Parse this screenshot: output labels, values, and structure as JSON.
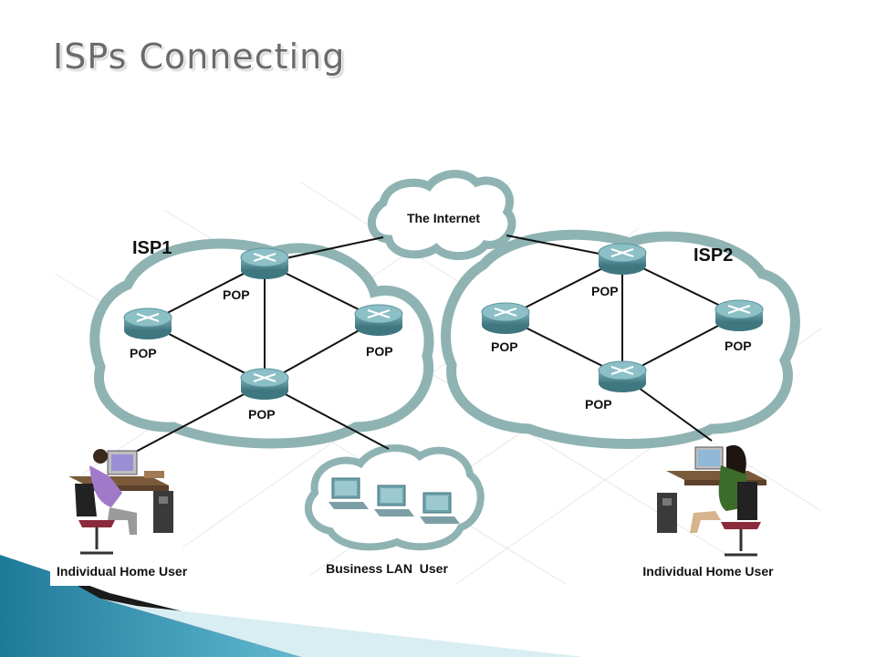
{
  "slide": {
    "title": "ISPs Connecting"
  },
  "colors": {
    "cloud_stroke": "#8fb3b3",
    "router": "#4f8b94",
    "accent_teal": "#2c8fa8"
  },
  "diagram": {
    "internet_label": "The Internet",
    "isp1": {
      "label": "ISP1",
      "pop_top": "POP",
      "pop_left": "POP",
      "pop_right": "POP",
      "pop_bottom": "POP"
    },
    "isp2": {
      "label": "ISP2",
      "pop_top": "POP",
      "pop_left": "POP",
      "pop_right": "POP",
      "pop_bottom": "POP"
    },
    "home_user_left": "Individual Home User",
    "business_lan": "Business LAN  User",
    "home_user_right": "Individual Home User"
  }
}
